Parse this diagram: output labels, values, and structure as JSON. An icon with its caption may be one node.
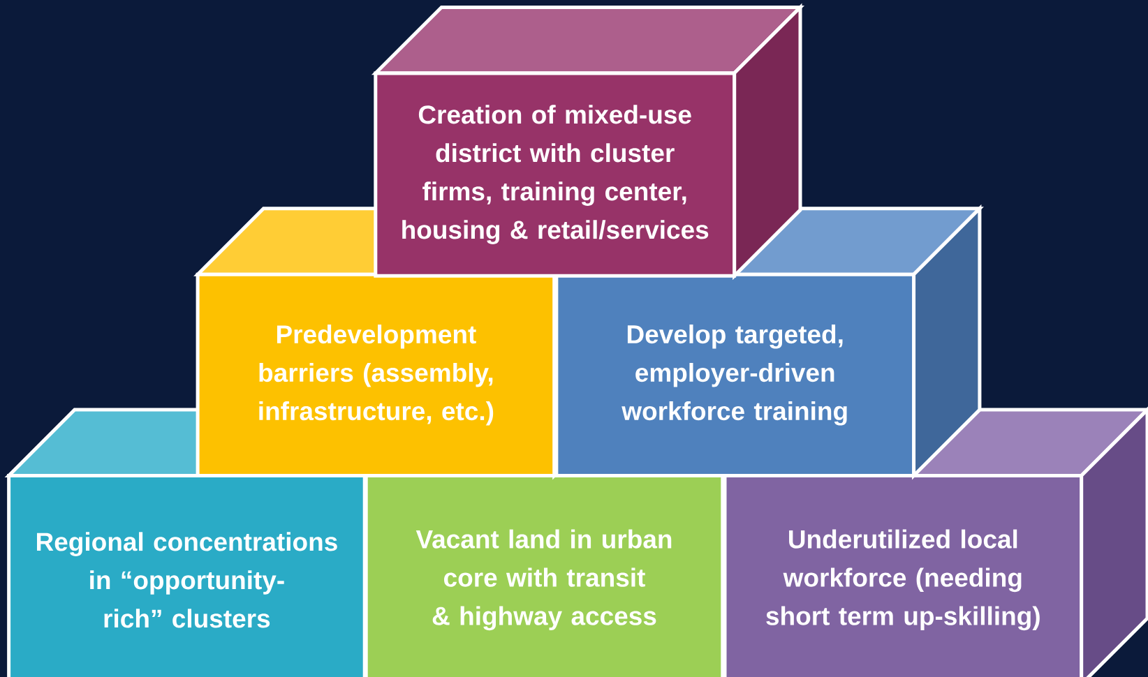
{
  "diagram": {
    "nodes": [
      {
        "text": [
          "Creation of mixed-use district with cluster firms, training center, housing & retail/services"
        ]
      },
      {
        "text": [
          "Predevelopment barriers (assembly, infrastructure, etc.)"
        ]
      },
      {
        "text": [
          "Develop targeted, employer-driven workforce training"
        ]
      },
      {
        "text": [
          "Regional concentrations in “opportunity-rich” clusters"
        ]
      },
      {
        "text": [
          "Vacant land in urban core with transit & highway access"
        ]
      },
      {
        "text": [
          "Underutilized  local workforce (needing short term up-skilling)"
        ]
      }
    ]
  }
}
